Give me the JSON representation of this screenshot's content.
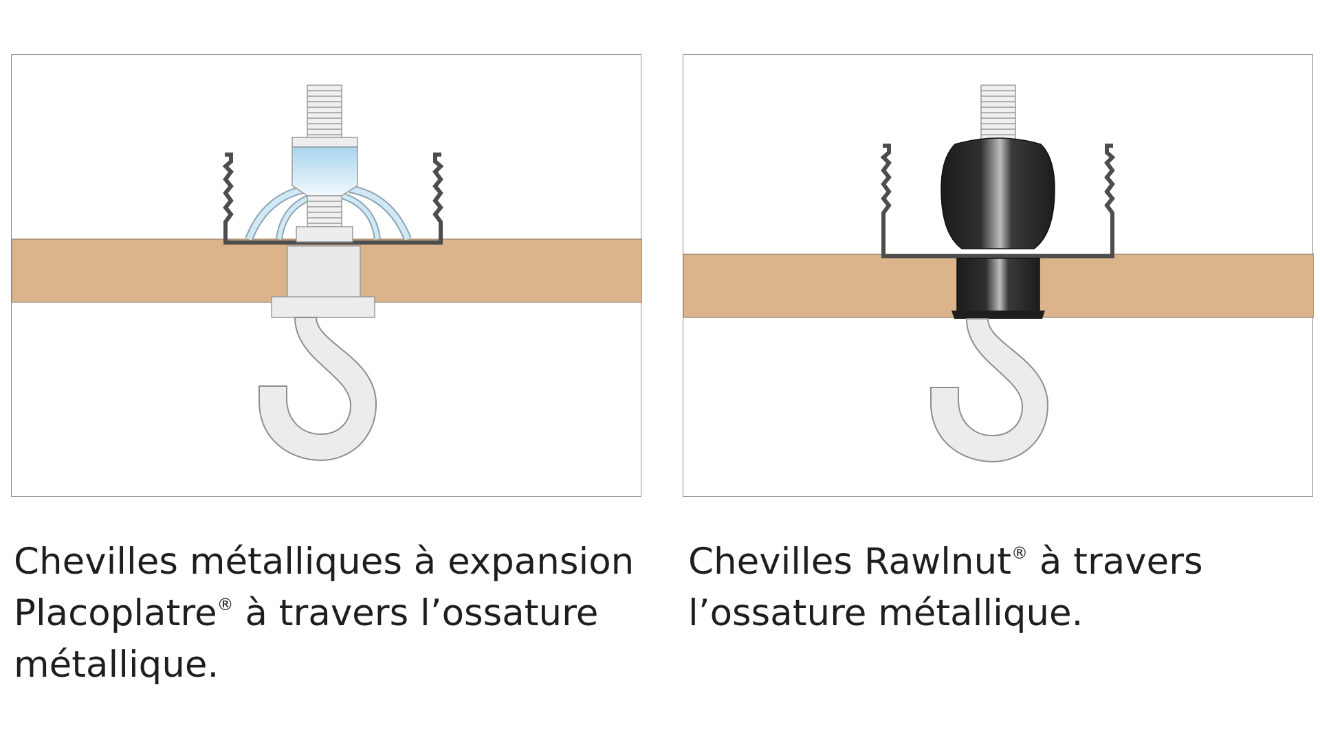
{
  "captions": {
    "left": {
      "line1": "Chevilles métalliques à expansion",
      "line2_before": "Placoplatre",
      "line2_mark": "®",
      "line2_after": " à travers l’ossature",
      "line3": "métallique."
    },
    "right": {
      "line1_before": "Chevilles Rawlnut",
      "line1_mark": "®",
      "line1_after": " à travers",
      "line2": "l’ossature métallique."
    }
  },
  "colors": {
    "board": "#dbb48c",
    "frame": "#4d4d4d",
    "hook_fill": "#ececec",
    "hook_stroke": "#8e8e8e",
    "anchor_blue": "#c9e6f5",
    "rawlnut_dark": "#2a2a2a"
  }
}
